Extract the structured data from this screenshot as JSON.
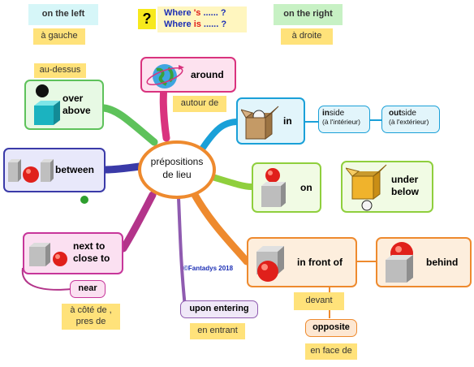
{
  "header": {
    "left_label": "on the left",
    "left_translation": "à gauche",
    "question_mark": "?",
    "question_line1_prefix": "Where ",
    "question_line1_highlight": "'s",
    "question_line1_suffix": " ...... ?",
    "question_line2_prefix": "Where ",
    "question_line2_highlight": "is",
    "question_line2_suffix": " ...... ?",
    "right_label": "on the right",
    "right_translation": "à droite"
  },
  "center": {
    "line1": "prépositions",
    "line2": "de lieu"
  },
  "nodes": {
    "around": {
      "label": "around",
      "translation": "autour de"
    },
    "over": {
      "label1": "over",
      "label2": "above",
      "translation": "au-dessus"
    },
    "in": {
      "label": "in"
    },
    "inside": {
      "prefix": "in",
      "suffix": "side",
      "translation": "(à l'intérieur)"
    },
    "outside": {
      "prefix": "out",
      "suffix": "side",
      "translation": "(à l'extérieur)"
    },
    "between": {
      "label": "between"
    },
    "on": {
      "label": "on"
    },
    "under": {
      "label1": "under",
      "label2": "below"
    },
    "next": {
      "label1": "next to",
      "label2": "close to",
      "near": "near",
      "translation": "à côté de ,\npres de"
    },
    "front": {
      "label": "in front of",
      "translation": "devant",
      "opposite": "opposite",
      "opposite_translation": "en face de"
    },
    "behind": {
      "label": "behind"
    },
    "entering": {
      "label": "upon entering",
      "translation": "en entrant"
    }
  },
  "credit": "©Fantadys 2018",
  "colors": {
    "pink": "#d9337e",
    "green": "#5ec25b",
    "navy": "#3a3aa8",
    "cyan": "#1aa0d8",
    "lime": "#8fcf3d",
    "orange": "#ee8a2e",
    "violet": "#8f5bb0",
    "highlight_red": "#e0201b",
    "question_blue": "#1c2fb5"
  },
  "icons": [
    "globe-icon",
    "cube-icon",
    "red-ball-icon",
    "open-box-icon",
    "football-icon"
  ]
}
